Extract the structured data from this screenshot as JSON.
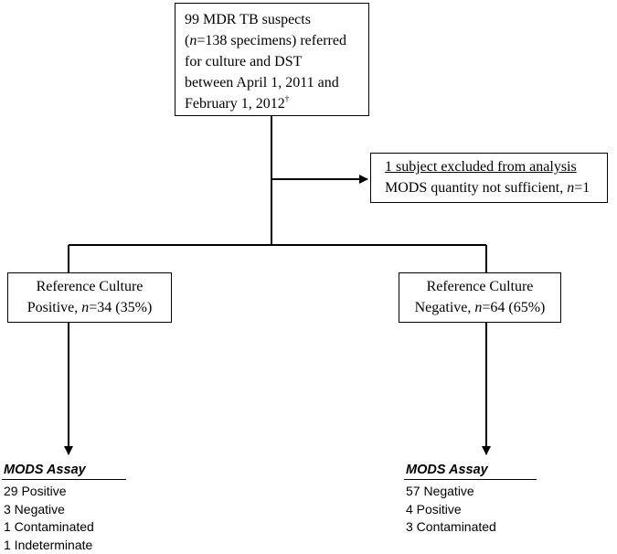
{
  "top_box": {
    "lines": [
      {
        "pre": "99 MDR TB suspects",
        "ital": "",
        "post": ""
      },
      {
        "pre": "(",
        "ital": "n",
        "post": "=138 specimens) referred"
      },
      {
        "pre": "for culture and DST",
        "ital": "",
        "post": ""
      },
      {
        "pre": "between April 1, 2011 and",
        "ital": "",
        "post": ""
      },
      {
        "pre": "February 1, 2012",
        "ital": "",
        "post": ""
      }
    ],
    "superscript": "†"
  },
  "exclusion_box": {
    "heading": "1 subject excluded from analysis",
    "detail_pre": "MODS quantity not sufficient, ",
    "detail_ital": "n",
    "detail_post": "=1"
  },
  "left_box": {
    "line1": "Reference Culture",
    "line2_pre": "Positive, ",
    "line2_ital": "n",
    "line2_post": "=34 (35%)"
  },
  "right_box": {
    "line1": "Reference Culture",
    "line2_pre": "Negative, ",
    "line2_ital": "n",
    "line2_post": "=64 (65%)"
  },
  "left_assay": {
    "title": "MODS Assay",
    "items": [
      "29 Positive",
      "3 Negative",
      "1 Contaminated",
      "1 Indeterminate"
    ]
  },
  "right_assay": {
    "title": "MODS Assay",
    "items": [
      "57 Negative",
      "4 Positive",
      "3 Contaminated"
    ]
  }
}
